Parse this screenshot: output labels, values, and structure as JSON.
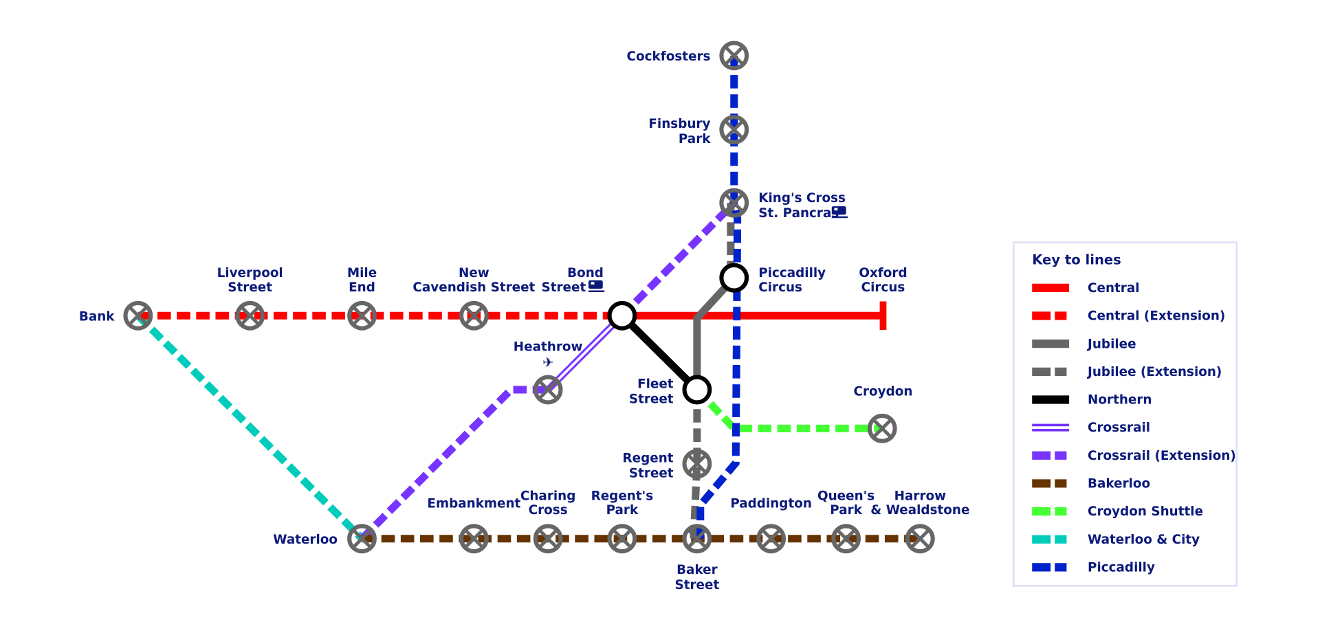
{
  "stations": {
    "cockfosters": "Cockfosters",
    "finsbury_1": "Finsbury",
    "finsbury_2": "Park",
    "kings_1": "King's Cross",
    "kings_2": "St. Pancras",
    "piccadilly_1": "Piccadilly",
    "piccadilly_2": "Circus",
    "oxford_1": "Oxford",
    "oxford_2": "Circus",
    "bank": "Bank",
    "liverpool_1": "Liverpool",
    "liverpool_2": "Street",
    "mileend_1": "Mile",
    "mileend_2": "End",
    "newcav_1": "New",
    "newcav_2": "Cavendish Street",
    "bond_1": "Bond",
    "bond_2": "Street",
    "heathrow": "Heathrow",
    "fleet_1": "Fleet",
    "fleet_2": "Street",
    "croydon": "Croydon",
    "regent_1": "Regent",
    "regent_2": "Street",
    "waterloo": "Waterloo",
    "embankment": "Embankment",
    "charing_1": "Charing",
    "charing_2": "Cross",
    "regentspark_1": "Regent's",
    "regentspark_2": "Park",
    "baker_1": "Baker",
    "baker_2": "Street",
    "paddington": "Paddington",
    "queens_1": "Queen's",
    "queens_2": "Park",
    "harrow_1": "Harrow",
    "harrow_2": "& Wealdstone"
  },
  "legend": {
    "title": "Key to lines",
    "items": [
      {
        "label": "Central",
        "color": "#ff0000",
        "style": "solid"
      },
      {
        "label": "Central (Extension)",
        "color": "#ff0000",
        "style": "dashed"
      },
      {
        "label": "Jubilee",
        "color": "#666666",
        "style": "solid"
      },
      {
        "label": "Jubilee (Extension)",
        "color": "#666666",
        "style": "dashed"
      },
      {
        "label": "Northern",
        "color": "#000000",
        "style": "solid"
      },
      {
        "label": "Crossrail",
        "color": "#7733ff",
        "style": "double"
      },
      {
        "label": "Crossrail (Extension)",
        "color": "#7733ff",
        "style": "dashed"
      },
      {
        "label": "Bakerloo",
        "color": "#663300",
        "style": "dashed"
      },
      {
        "label": "Croydon Shuttle",
        "color": "#44ff33",
        "style": "dashed"
      },
      {
        "label": "Waterloo & City",
        "color": "#00ccbb",
        "style": "dashed"
      },
      {
        "label": "Piccadilly",
        "color": "#0022cc",
        "style": "dashed"
      }
    ]
  },
  "icons": {
    "rail": "train-icon",
    "airport": "plane-icon"
  }
}
